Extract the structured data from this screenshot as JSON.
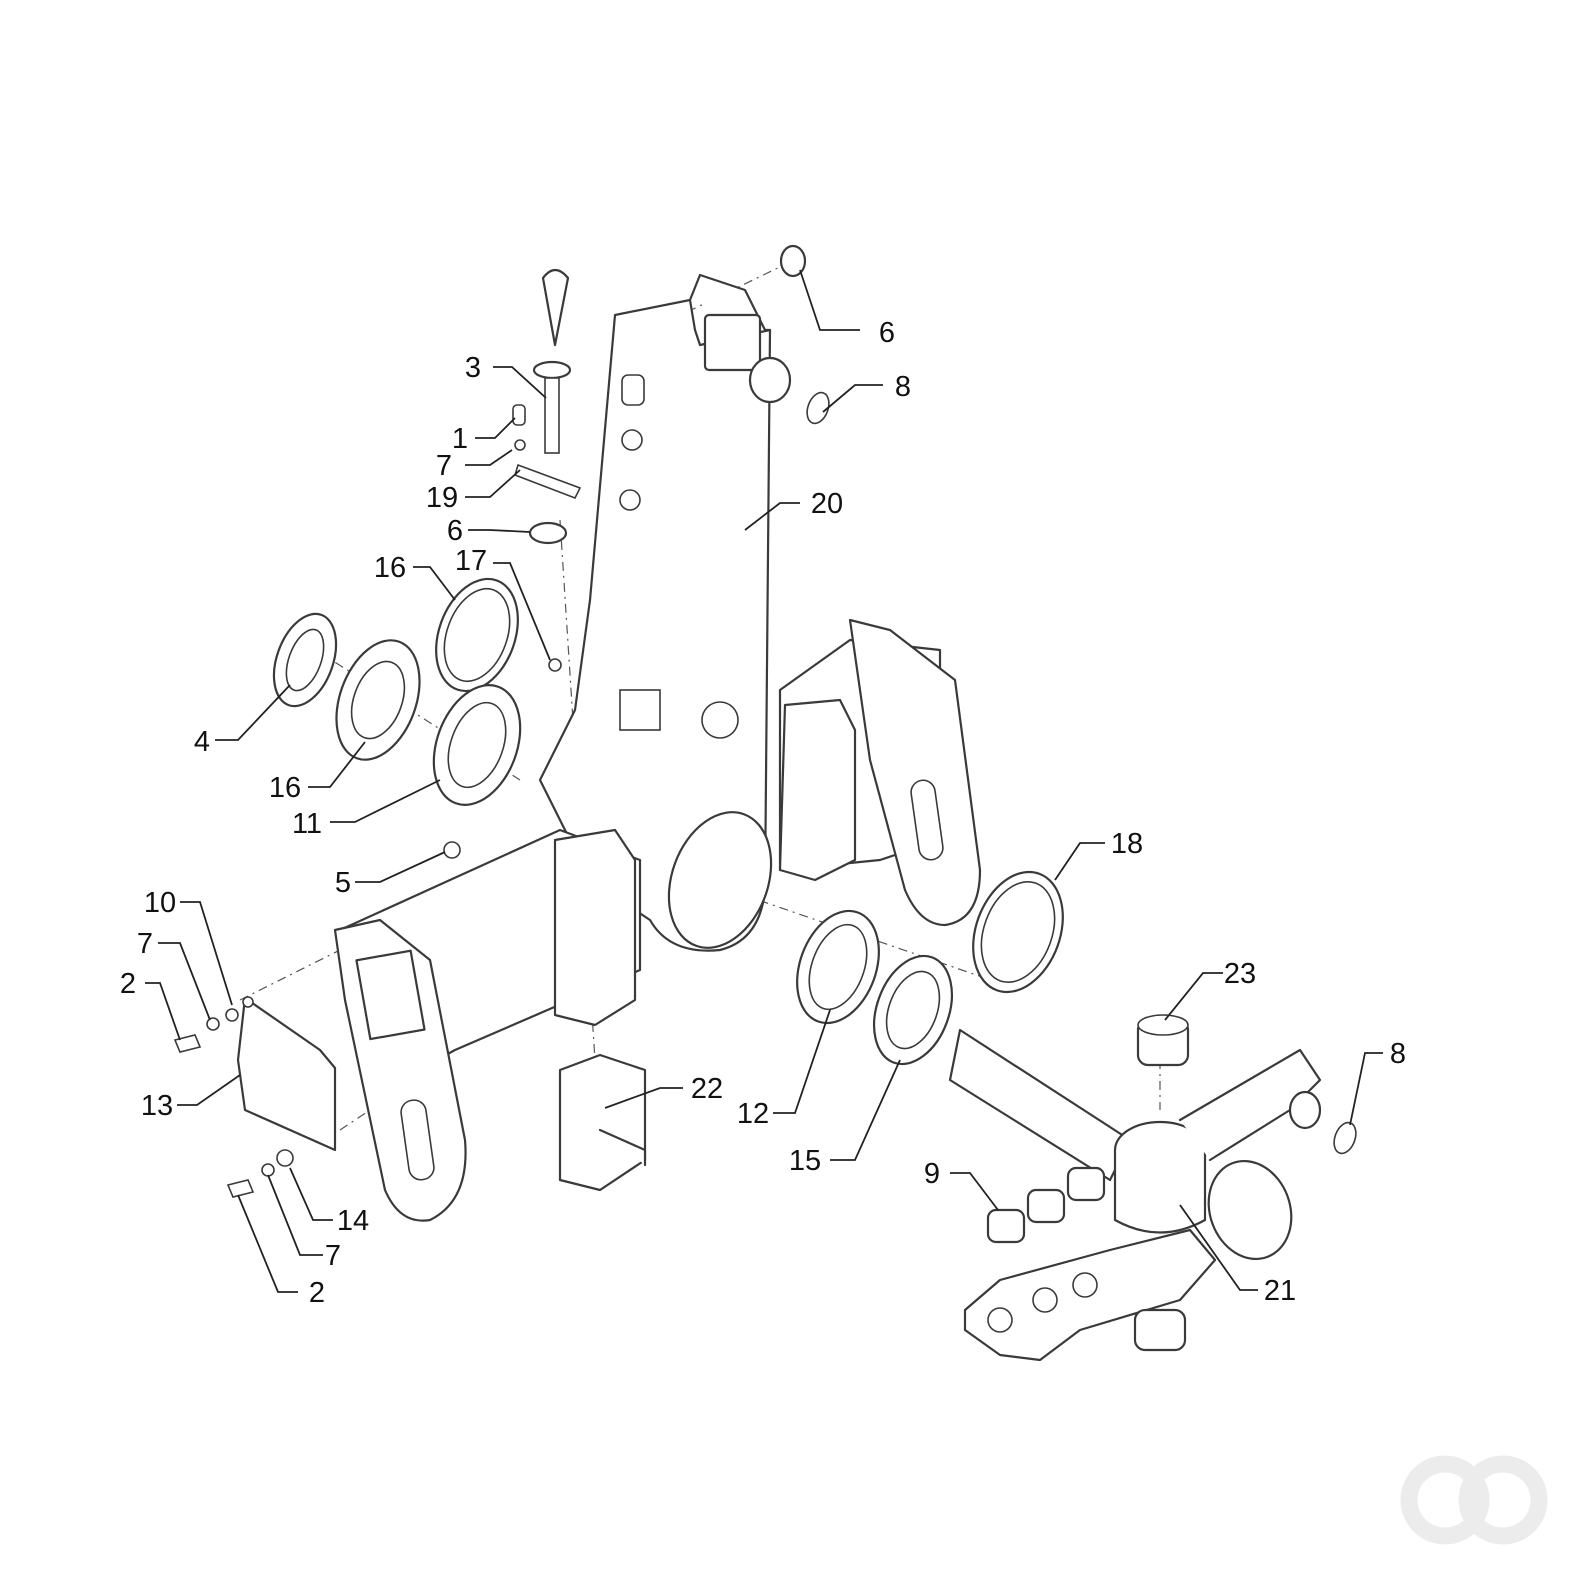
{
  "diagram": {
    "callouts": [
      {
        "id": "c-6-top",
        "label": "6"
      },
      {
        "id": "c-8-top",
        "label": "8"
      },
      {
        "id": "c-3",
        "label": "3"
      },
      {
        "id": "c-1",
        "label": "1"
      },
      {
        "id": "c-7-upper",
        "label": "7"
      },
      {
        "id": "c-19",
        "label": "19"
      },
      {
        "id": "c-20",
        "label": "20"
      },
      {
        "id": "c-6-mid",
        "label": "6"
      },
      {
        "id": "c-16-top",
        "label": "16"
      },
      {
        "id": "c-17",
        "label": "17"
      },
      {
        "id": "c-4",
        "label": "4"
      },
      {
        "id": "c-16-low",
        "label": "16"
      },
      {
        "id": "c-11",
        "label": "11"
      },
      {
        "id": "c-18",
        "label": "18"
      },
      {
        "id": "c-5",
        "label": "5"
      },
      {
        "id": "c-10",
        "label": "10"
      },
      {
        "id": "c-7-left",
        "label": "7"
      },
      {
        "id": "c-23",
        "label": "23"
      },
      {
        "id": "c-2-top",
        "label": "2"
      },
      {
        "id": "c-8-right",
        "label": "8"
      },
      {
        "id": "c-22",
        "label": "22"
      },
      {
        "id": "c-13",
        "label": "13"
      },
      {
        "id": "c-12",
        "label": "12"
      },
      {
        "id": "c-9",
        "label": "9"
      },
      {
        "id": "c-15",
        "label": "15"
      },
      {
        "id": "c-14",
        "label": "14"
      },
      {
        "id": "c-7-low",
        "label": "7"
      },
      {
        "id": "c-21",
        "label": "21"
      },
      {
        "id": "c-2-low",
        "label": "2"
      }
    ],
    "colors": {
      "line": "#3a3a3a",
      "text": "#111111",
      "watermark": "#ececec",
      "background": "#ffffff"
    },
    "watermark_icon": "brand-logo-icon"
  }
}
